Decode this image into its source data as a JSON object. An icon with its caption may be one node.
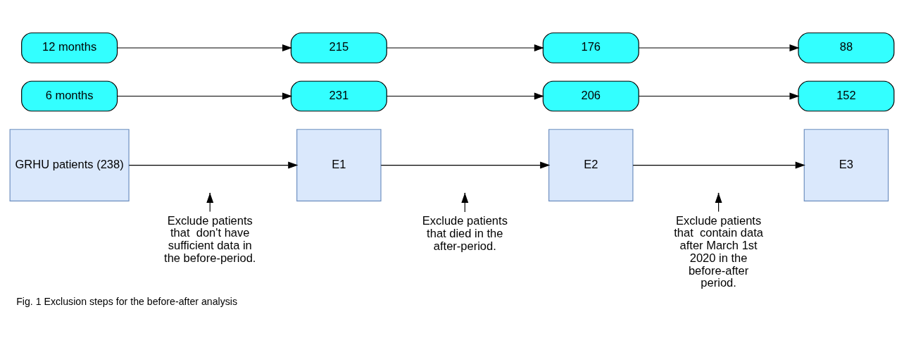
{
  "diagram": {
    "caption": "Fig. 1 Exclusion steps for the before-after analysis",
    "nodes": [
      {
        "text": [
          "12 months"
        ]
      },
      {
        "text": [
          "215"
        ]
      },
      {
        "text": [
          "176"
        ]
      },
      {
        "text": [
          "88"
        ]
      },
      {
        "text": [
          "6 months"
        ]
      },
      {
        "text": [
          "231"
        ]
      },
      {
        "text": [
          "206"
        ]
      },
      {
        "text": [
          "152"
        ]
      },
      {
        "text": [
          "GRHU patients (238)"
        ]
      },
      {
        "text": [
          "E1"
        ]
      },
      {
        "text": [
          "E2"
        ]
      },
      {
        "text": [
          "E3"
        ]
      },
      {
        "text": [
          "Exclude patients that  don't have sufficient data in the before-period."
        ]
      },
      {
        "text": [
          "Exclude patients that died in the after-period."
        ]
      },
      {
        "text": [
          "Exclude patients that  contain data after March 1st 2020 in the before-after period."
        ]
      }
    ],
    "edges": [
      {
        "from": 0,
        "to": 1,
        "arrow": "to"
      },
      {
        "from": 1,
        "to": 2,
        "arrow": "to"
      },
      {
        "from": 2,
        "to": 3,
        "arrow": "to"
      },
      {
        "from": 4,
        "to": 5,
        "arrow": "to"
      },
      {
        "from": 5,
        "to": 6,
        "arrow": "to"
      },
      {
        "from": 6,
        "to": 7,
        "arrow": "to"
      },
      {
        "from": 8,
        "to": 9,
        "arrow": "to"
      },
      {
        "from": 9,
        "to": 10,
        "arrow": "to"
      },
      {
        "from": 10,
        "to": 11,
        "arrow": "to"
      },
      {
        "from": 12,
        "to": null,
        "arrow": "to"
      },
      {
        "from": 13,
        "to": null,
        "arrow": "to"
      },
      {
        "from": 14,
        "to": null,
        "arrow": "to"
      }
    ]
  }
}
